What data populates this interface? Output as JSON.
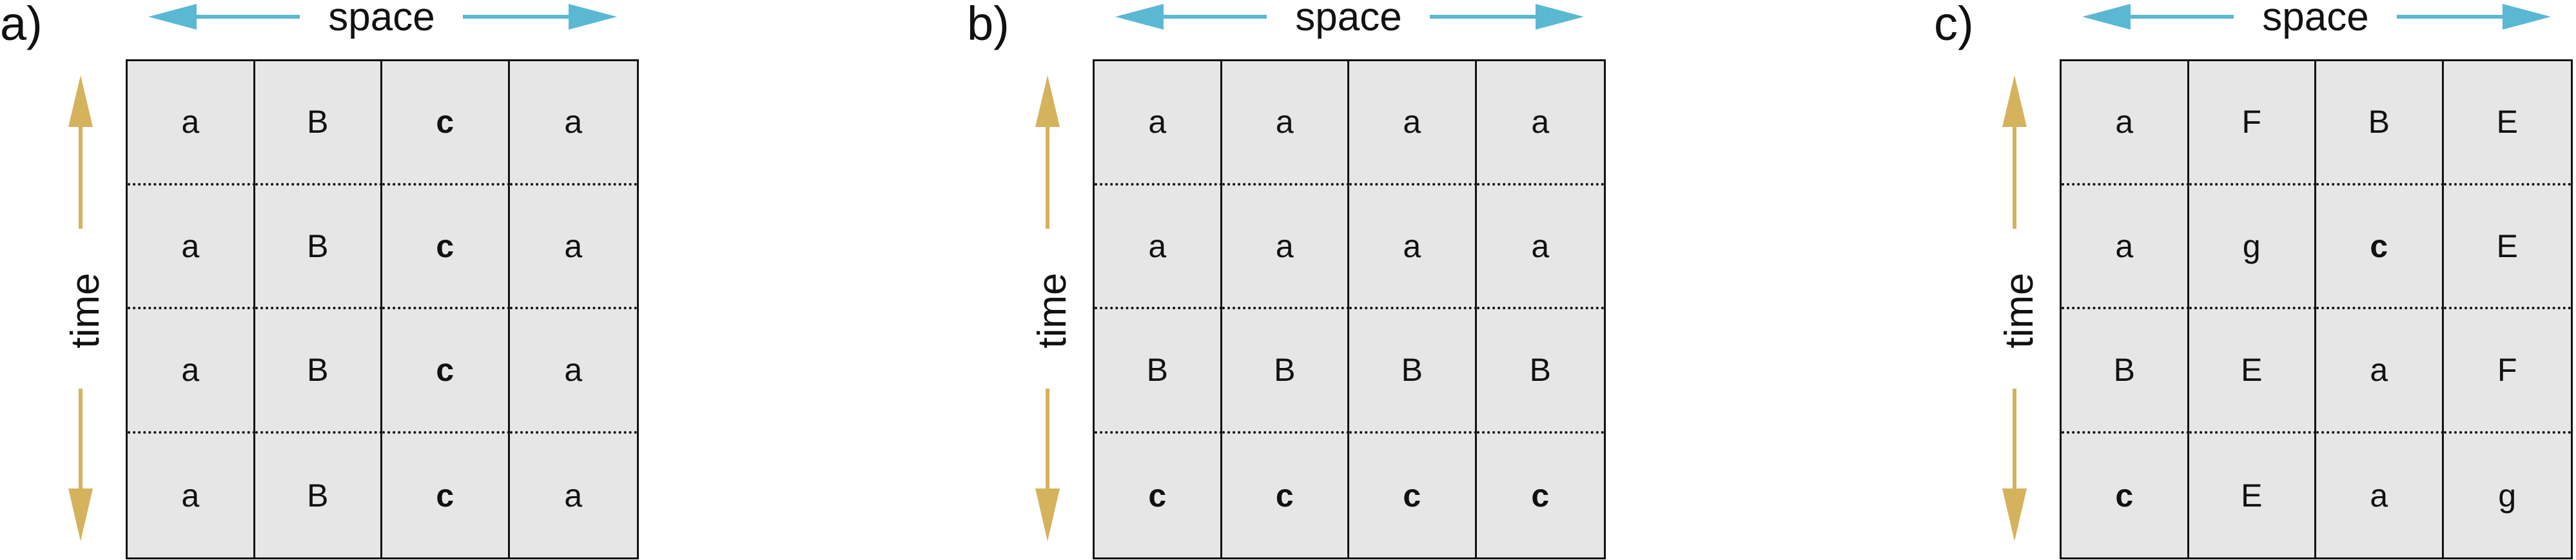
{
  "colors": {
    "space_arrow": "#5bb8d3",
    "time_arrow": "#d4b35c",
    "cell_fill": "#e6e6e6",
    "grid_line": "#111111"
  },
  "panels": [
    {
      "label": "a)",
      "space_label": "space",
      "time_label": "time",
      "bold_letter": "c",
      "rows": [
        [
          "a",
          "B",
          "c",
          "a"
        ],
        [
          "a",
          "B",
          "c",
          "a"
        ],
        [
          "a",
          "B",
          "c",
          "a"
        ],
        [
          "a",
          "B",
          "c",
          "a"
        ]
      ]
    },
    {
      "label": "b)",
      "space_label": "space",
      "time_label": "time",
      "bold_letter": "c",
      "rows": [
        [
          "a",
          "a",
          "a",
          "a"
        ],
        [
          "a",
          "a",
          "a",
          "a"
        ],
        [
          "B",
          "B",
          "B",
          "B"
        ],
        [
          "c",
          "c",
          "c",
          "c"
        ]
      ]
    },
    {
      "label": "c)",
      "space_label": "space",
      "time_label": "time",
      "bold_letter": "c",
      "rows": [
        [
          "a",
          "F",
          "B",
          "E"
        ],
        [
          "a",
          "g",
          "c",
          "E"
        ],
        [
          "B",
          "E",
          "a",
          "F"
        ],
        [
          "c",
          "E",
          "a",
          "g"
        ]
      ]
    }
  ]
}
